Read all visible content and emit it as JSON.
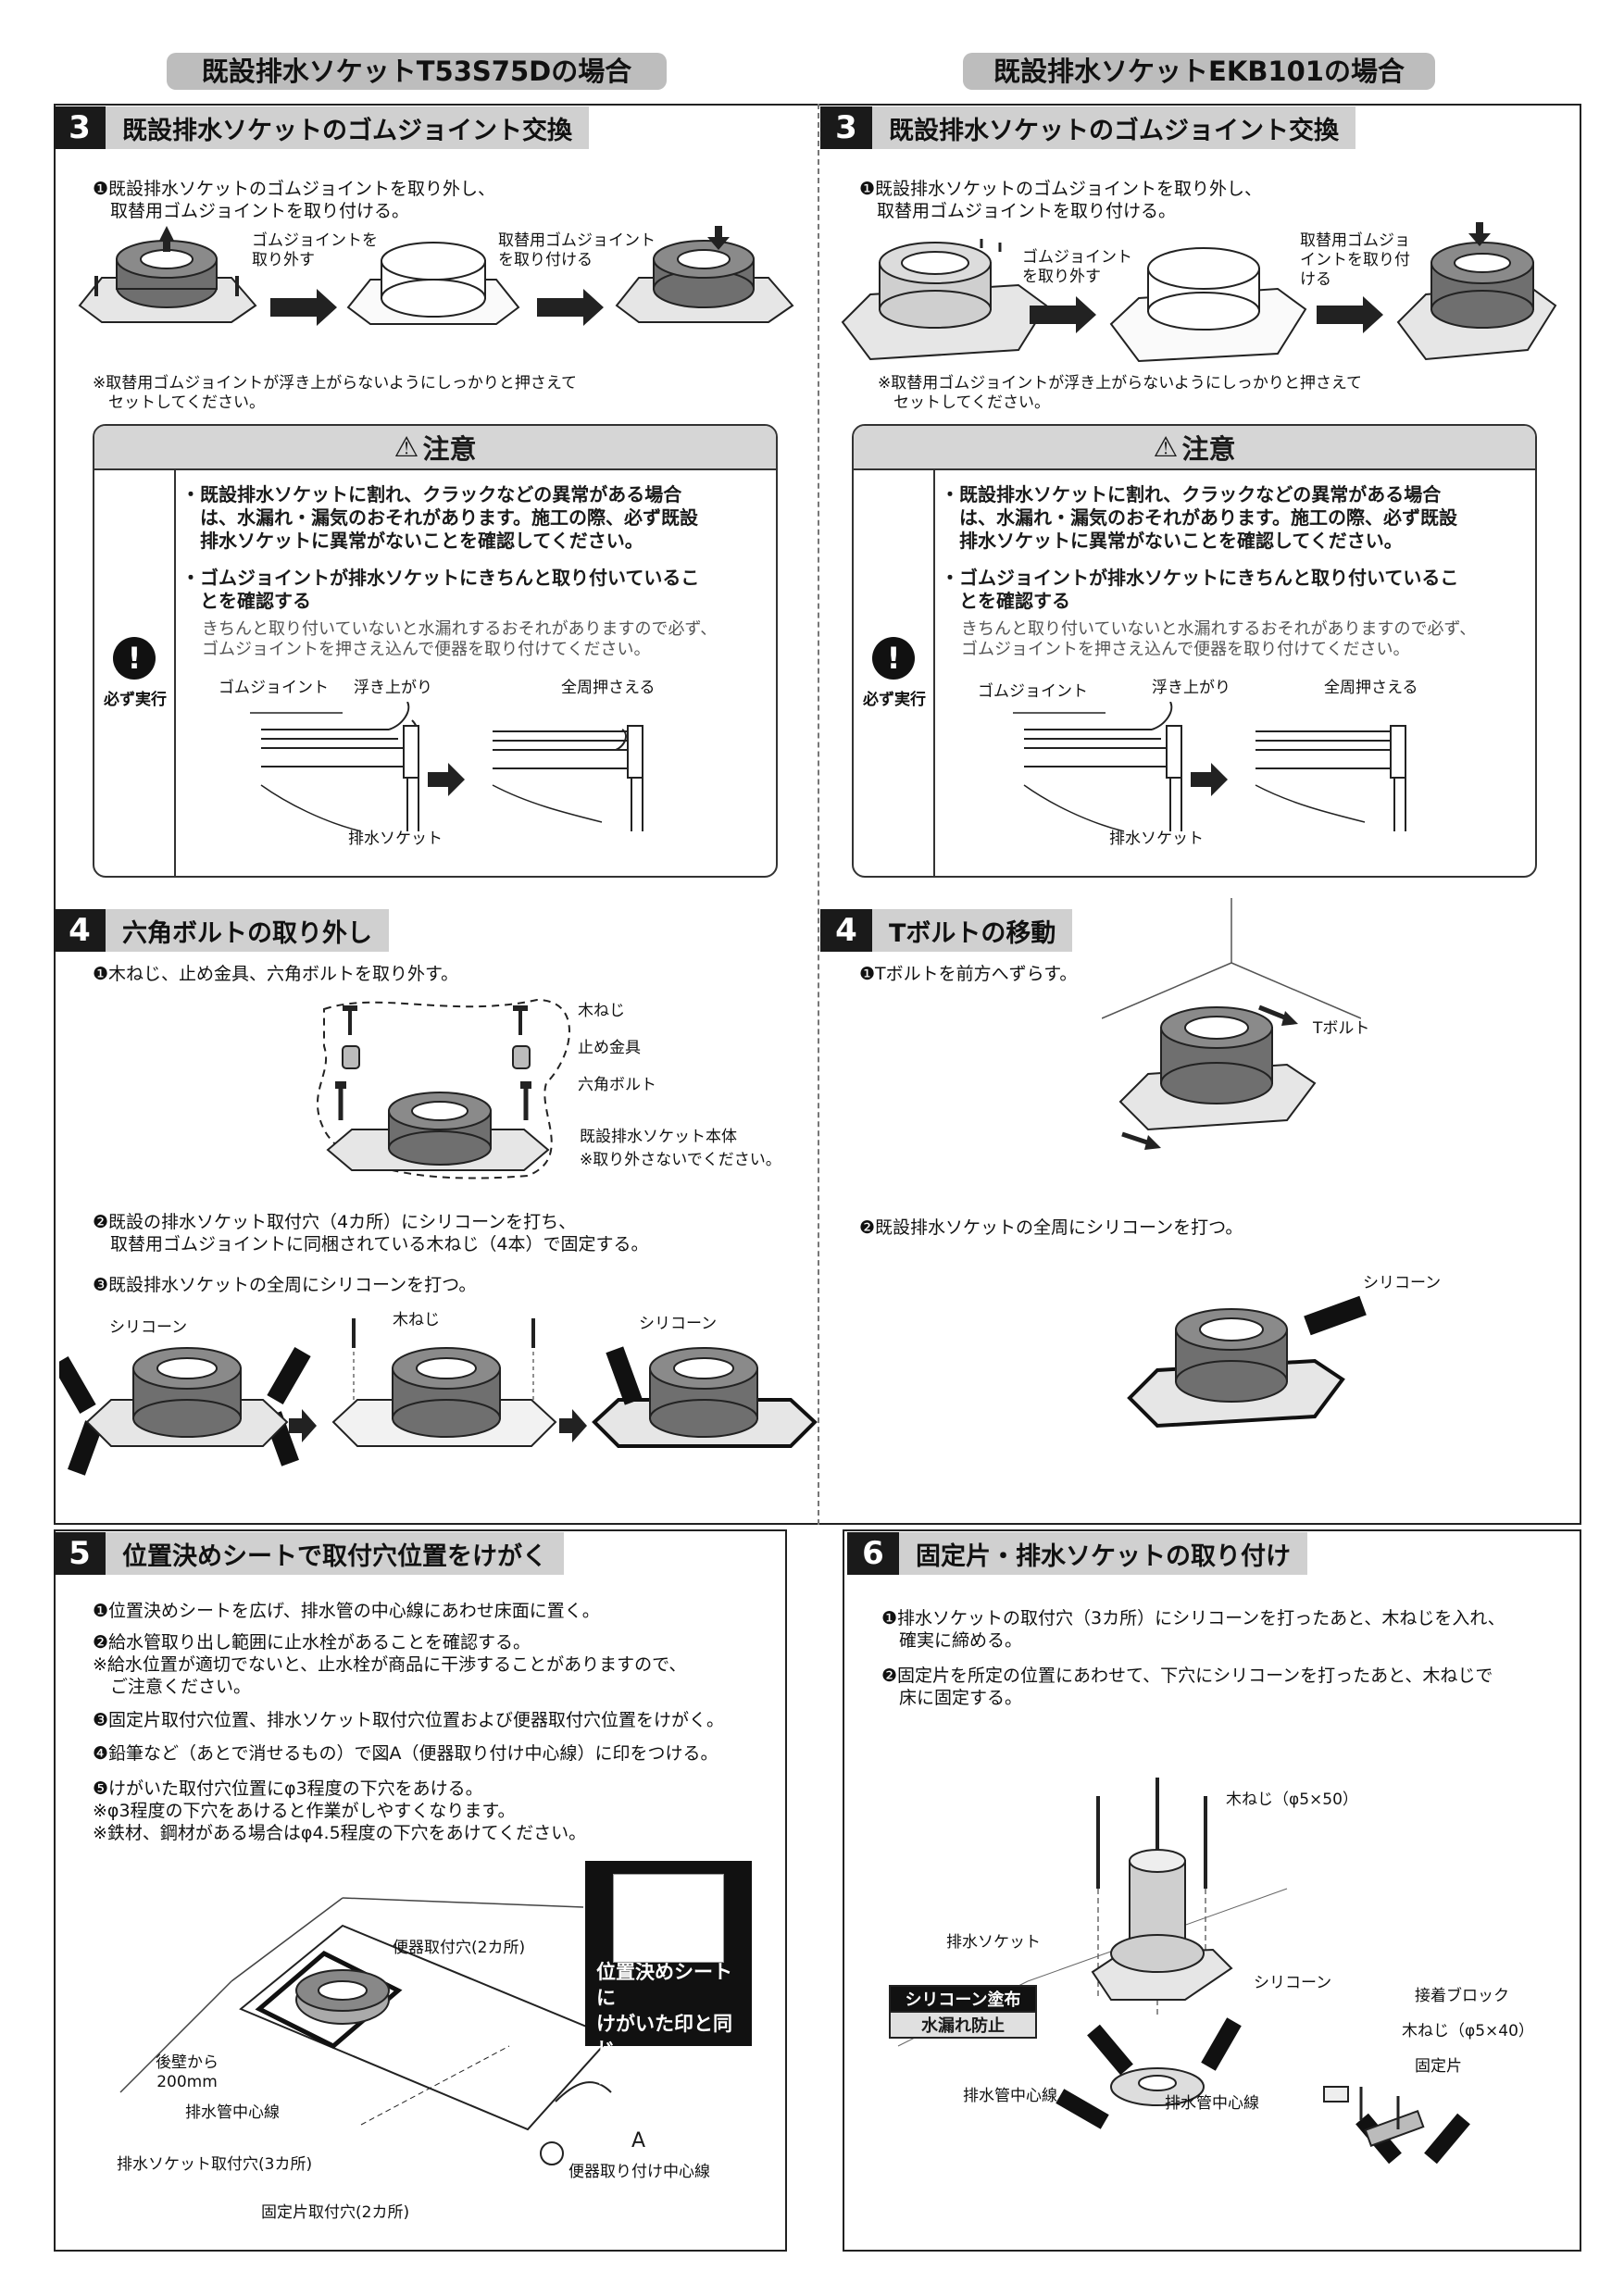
{
  "headers": {
    "left": "既設排水ソケットT53S75Dの場合",
    "right": "既設排水ソケットEKB101の場合"
  },
  "left3": {
    "num": "3",
    "title": "既設排水ソケットのゴムジョイント交換",
    "step1": "❶既設排水ソケットのゴムジョイントを取り外し、\n　取替用ゴムジョイントを取り付ける。",
    "label_remove": "ゴムジョイントを\n取り外す",
    "label_attach": "取替用ゴムジョイント\nを取り付ける",
    "note": "※取替用ゴムジョイントが浮き上がらないようにしっかりと押さえて\n　セットしてください。",
    "caution_title": "注意",
    "must": "必ず実行",
    "bullet1": "・既設排水ソケットに割れ、クラックなどの異常がある場合\n　は、水漏れ・漏気のおそれがあります。施工の際、必ず既設\n　排水ソケットに異常がないことを確認してください。",
    "bullet2": "・ゴムジョイントが排水ソケットにきちんと取り付いているこ\n　とを確認する",
    "sub": "きちんと取り付いていないと水漏れするおそれがありますので必ず、\nゴムジョイントを押さえ込んで便器を取り付けてください。",
    "d_gum": "ゴムジョイント",
    "d_float": "浮き上がり",
    "d_press": "全周押さえる",
    "d_socket": "排水ソケット"
  },
  "right3": {
    "num": "3",
    "title": "既設排水ソケットのゴムジョイント交換",
    "step1": "❶既設排水ソケットのゴムジョイントを取り外し、\n　取替用ゴムジョイントを取り付ける。",
    "label_remove": "ゴムジョイント\nを取り外す",
    "label_attach": "取替用ゴムジョ\nイントを取り付\nける",
    "note": "※取替用ゴムジョイントが浮き上がらないようにしっかりと押さえて\n　セットしてください。",
    "caution_title": "注意",
    "must": "必ず実行",
    "bullet1": "・既設排水ソケットに割れ、クラックなどの異常がある場合\n　は、水漏れ・漏気のおそれがあります。施工の際、必ず既設\n　排水ソケットに異常がないことを確認してください。",
    "bullet2": "・ゴムジョイントが排水ソケットにきちんと取り付いているこ\n　とを確認する",
    "sub": "きちんと取り付いていないと水漏れするおそれがありますので必ず、\nゴムジョイントを押さえ込んで便器を取り付けてください。",
    "d_gum": "ゴムジョイント",
    "d_float": "浮き上がり",
    "d_press": "全周押さえる",
    "d_socket": "排水ソケット"
  },
  "left4": {
    "num": "4",
    "title": "六角ボルトの取り外し",
    "step1": "❶木ねじ、止め金具、六角ボルトを取り外す。",
    "l_screw": "木ねじ",
    "l_clip": "止め金具",
    "l_bolt": "六角ボルト",
    "l_body": "既設排水ソケット本体",
    "l_body_note": "※取り外さないでください。",
    "step2": "❷既設の排水ソケット取付穴（4カ所）にシリコーンを打ち、\n　取替用ゴムジョイントに同梱されている木ねじ（4本）で固定する。",
    "step3": "❸既設排水ソケットの全周にシリコーンを打つ。",
    "l_silicone": "シリコーン",
    "l_screw2": "木ねじ",
    "l_silicone2": "シリコーン",
    "tube": "シリコーン"
  },
  "right4": {
    "num": "4",
    "title": "Tボルトの移動",
    "step1": "❶Tボルトを前方へずらす。",
    "l_tbolt": "Tボルト",
    "step2": "❷既設排水ソケットの全周にシリコーンを打つ。",
    "l_silicone": "シリコーン",
    "tube": "シリコーン"
  },
  "s5": {
    "num": "5",
    "title": "位置決めシートで取付穴位置をけがく",
    "i1": "❶位置決めシートを広げ、排水管の中心線にあわせ床面に置く。",
    "i2": "❷給水管取り出し範囲に止水栓があることを確認する。\n※給水位置が適切でないと、止水栓が商品に干渉することがありますので、\n　ご注意ください。",
    "i3": "❸固定片取付穴位置、排水ソケット取付穴位置および便器取付穴位置をけがく。",
    "i4": "❹鉛筆など（あとで消せるもの）で図A（便器取り付け中心線）に印をつける。",
    "i5": "❺けがいた取付穴位置にφ3程度の下穴をあける。\n※φ3程度の下穴をあけると作業がしやすくなります。\n※鉄材、鋼材がある場合はφ4.5程度の下穴をあけてください。",
    "l_toilet_holes": "便器取付穴(2カ所)",
    "l_from_wall": "後壁から\n200mm",
    "l_pipe_center": "排水管中心線",
    "l_socket_holes": "排水ソケット取付穴(3カ所)",
    "l_fix_holes": "固定片取付穴(2カ所)",
    "l_a": "A",
    "l_center": "便器取り付け中心線",
    "callout": "位置決めシートに\nけがいた印と同じ\n位置でけがく"
  },
  "s6": {
    "num": "6",
    "title": "固定片・排水ソケットの取り付け",
    "i1": "❶排水ソケットの取付穴（3カ所）にシリコーンを打ったあと、木ねじを入れ、\n　確実に締める。",
    "i2": "❷固定片を所定の位置にあわせて、下穴にシリコーンを打ったあと、木ねじで\n　床に固定する。",
    "l_screw50": "木ねじ（φ5×50）",
    "l_socket": "排水ソケット",
    "l_silicone": "シリコーン",
    "l_block": "接着ブロック",
    "l_screw40": "木ねじ（φ5×40）",
    "l_fixpiece": "固定片",
    "l_pipe1": "排水管中心線",
    "l_pipe2": "排水管中心線",
    "box1": "シリコーン塗布",
    "box2": "水漏れ防止",
    "tube": "シリコーン"
  }
}
